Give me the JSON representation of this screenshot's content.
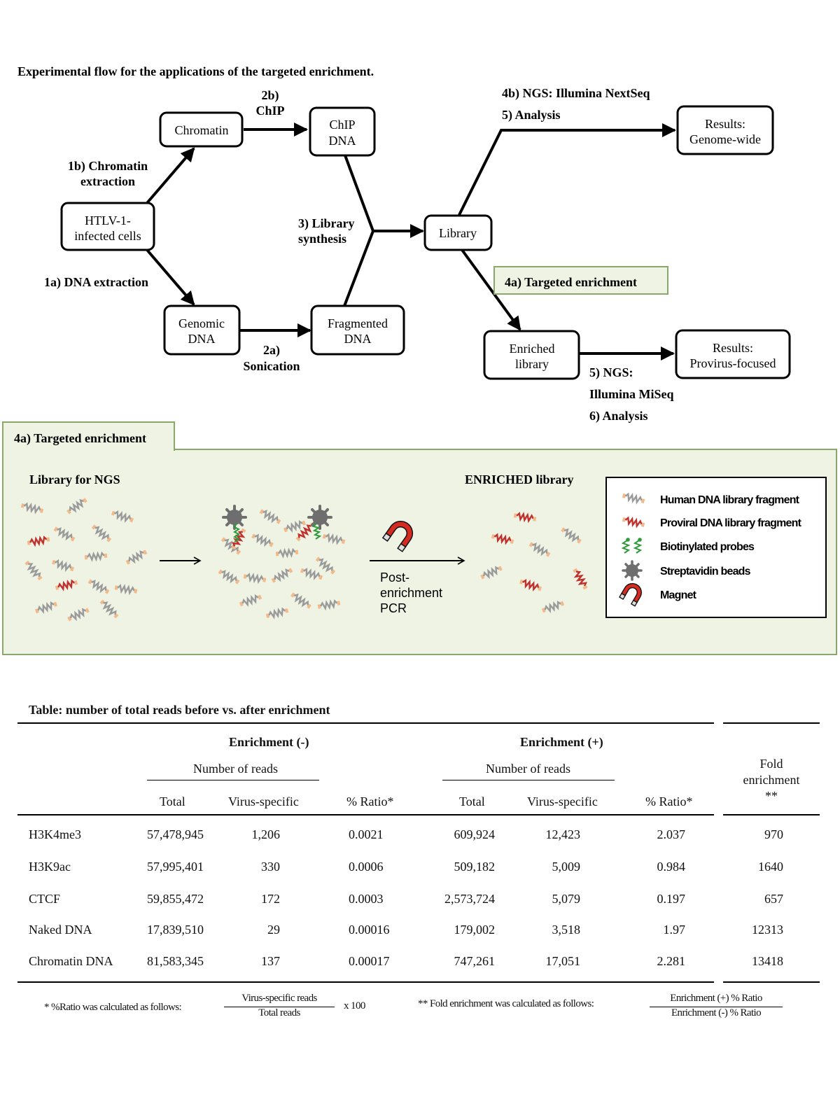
{
  "figure_title": "Experimental flow for the applications of the targeted enrichment.",
  "flow": {
    "nodes": {
      "cells": [
        "HTLV-1-",
        "infected cells"
      ],
      "chromatin": [
        "Chromatin"
      ],
      "chip_dna": [
        "ChIP",
        "DNA"
      ],
      "genomic_dna": [
        "Genomic",
        "DNA"
      ],
      "fragmented_dna": [
        "Fragmented",
        "DNA"
      ],
      "library": [
        "Library"
      ],
      "results_genome": [
        "Results:",
        "Genome-wide"
      ],
      "enriched_library": [
        "Enriched",
        "library"
      ],
      "results_provirus": [
        "Results:",
        "Provirus-focused"
      ]
    },
    "steps": {
      "chromatin_extraction": [
        "1b) Chromatin",
        "extraction"
      ],
      "dna_extraction": [
        "1a) DNA extraction"
      ],
      "chip": [
        "2b)",
        "ChIP"
      ],
      "sonication": [
        "2a)",
        "Sonication"
      ],
      "library_synthesis": [
        "3) Library",
        "synthesis"
      ],
      "ngs_nextseq": [
        "4b) NGS: Illumina NextSeq",
        "5) Analysis"
      ],
      "targeted_enrichment": "4a) Targeted enrichment",
      "ngs_miseq": [
        "5) NGS:",
        "Illumina MiSeq",
        "6) Analysis"
      ]
    }
  },
  "panel": {
    "tab_label": "4a) Targeted enrichment",
    "library_label": "Library for NGS",
    "enriched_label": "ENRICHED library",
    "pcr_label": [
      "Post-",
      "enrichment",
      "PCR"
    ],
    "icons": [
      "magnet-icon",
      "streptavidin-bead-icon",
      "biotinylated-probe-icon"
    ],
    "legend": [
      {
        "icon": "human-dna-fragment-icon",
        "label": "Human DNA library fragment"
      },
      {
        "icon": "proviral-dna-fragment-icon",
        "label": "Proviral DNA library fragment"
      },
      {
        "icon": "biotinylated-probe-icon",
        "label": "Biotinylated probes"
      },
      {
        "icon": "streptavidin-bead-icon",
        "label": "Streptavidin beads"
      },
      {
        "icon": "magnet-icon",
        "label": "Magnet"
      }
    ]
  },
  "colors": {
    "panel_fill": "#eef3e4",
    "panel_border": "#8aa86a",
    "human_fragment": "#9a9a9a",
    "proviral_fragment": "#c0302c",
    "fragment_ends": "#f2b98a",
    "probe": "#2e9a3a",
    "bead": "#6e6e6e",
    "magnet": "#d42a20"
  },
  "table": {
    "title": "Table: number of total reads before vs. after enrichment",
    "group_minus": "Enrichment (-)",
    "group_plus": "Enrichment (+)",
    "number_of_reads": "Number of reads",
    "col_total": "Total",
    "col_virus": "Virus-specific",
    "col_ratio": "% Ratio*",
    "col_fold": [
      "Fold",
      "enrichment",
      "**"
    ],
    "rows": [
      {
        "name": "H3K4me3",
        "minus_total": "57,478,945",
        "minus_virus": "1,206",
        "minus_ratio": "0.0021",
        "plus_total": "609,924",
        "plus_virus": "12,423",
        "plus_ratio": "2.037",
        "fold": "970"
      },
      {
        "name": "H3K9ac",
        "minus_total": "57,995,401",
        "minus_virus": "330",
        "minus_ratio": "0.0006",
        "plus_total": "509,182",
        "plus_virus": "5,009",
        "plus_ratio": "0.984",
        "fold": "1640"
      },
      {
        "name": "CTCF",
        "minus_total": "59,855,472",
        "minus_virus": "172",
        "minus_ratio": "0.0003",
        "plus_total": "2,573,724",
        "plus_virus": "5,079",
        "plus_ratio": "0.197",
        "fold": "657"
      },
      {
        "name": "Naked DNA",
        "minus_total": "17,839,510",
        "minus_virus": "29",
        "minus_ratio": "0.00016",
        "plus_total": "179,002",
        "plus_virus": "3,518",
        "plus_ratio": "1.97",
        "fold": "12313"
      },
      {
        "name": "Chromatin DNA",
        "minus_total": "81,583,345",
        "minus_virus": "137",
        "minus_ratio": "0.00017",
        "plus_total": "747,261",
        "plus_virus": "17,051",
        "plus_ratio": "2.281",
        "fold": "13418"
      }
    ],
    "footnote_ratio": "* %Ratio was calculated as follows:",
    "footnote_ratio_num": "Virus-specific reads",
    "footnote_ratio_den": "Total reads",
    "footnote_ratio_mult": "x 100",
    "footnote_fold": "** Fold enrichment was calculated as follows:",
    "footnote_fold_num": "Enrichment (+) % Ratio",
    "footnote_fold_den": "Enrichment (-) % Ratio"
  }
}
